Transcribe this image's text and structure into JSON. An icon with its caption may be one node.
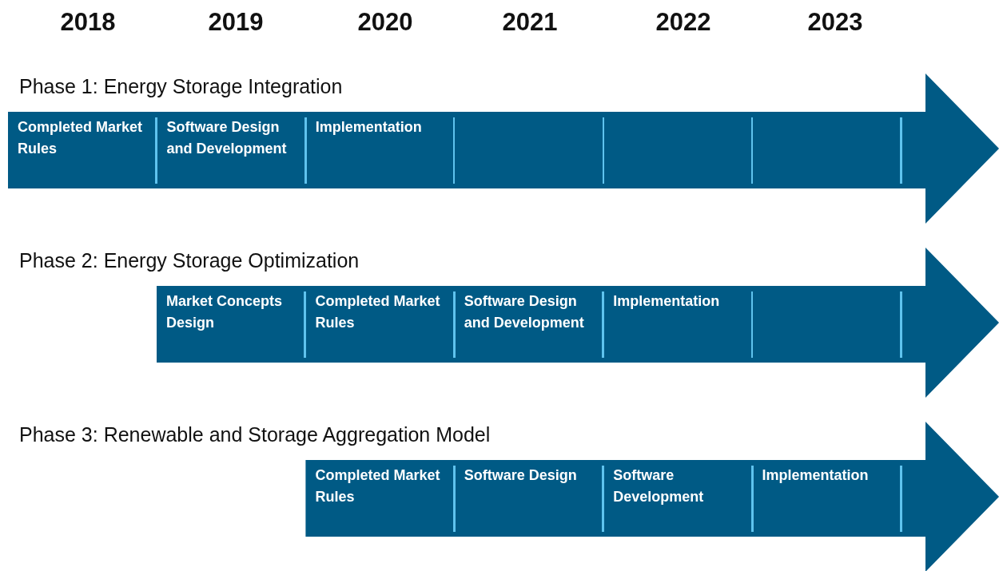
{
  "diagram": {
    "nodes": [
      {
        "text": [
          "Phase 1: Energy Storage Integration"
        ]
      },
      {
        "text": [
          "Completed Market Rules"
        ],
        "in": 0
      },
      {
        "text": [
          "Software Design and Development"
        ],
        "in": 0
      },
      {
        "text": [
          "Implementation"
        ],
        "in": 0
      },
      {
        "text": [],
        "shape": "box",
        "in": 0
      },
      {
        "text": [],
        "shape": "box",
        "in": 0
      },
      {
        "text": [],
        "shape": "box",
        "in": 0
      },
      {
        "text": [
          "Phase 2: Energy Storage Optimization"
        ]
      },
      {
        "text": [
          "Market Concepts Design"
        ],
        "in": 7
      },
      {
        "text": [
          "Completed Market Rules"
        ],
        "in": 7
      },
      {
        "text": [
          "Software Design and Development"
        ],
        "in": 7
      },
      {
        "text": [
          "Implementation"
        ],
        "in": 7
      },
      {
        "text": [],
        "shape": "box",
        "in": 7
      },
      {
        "text": [
          "Phase 3: Renewable and Storage Aggregation Model"
        ]
      },
      {
        "text": [
          "Completed Market Rules"
        ],
        "in": 13
      },
      {
        "text": [
          "Software Design"
        ],
        "in": 13
      },
      {
        "text": [
          "Software Development"
        ],
        "in": 13
      },
      {
        "text": [
          "Implementation"
        ],
        "in": 13
      }
    ],
    "edges": [],
    "labels": [
      "2018",
      "2019",
      "2020",
      "2021",
      "2022",
      "2023"
    ]
  }
}
